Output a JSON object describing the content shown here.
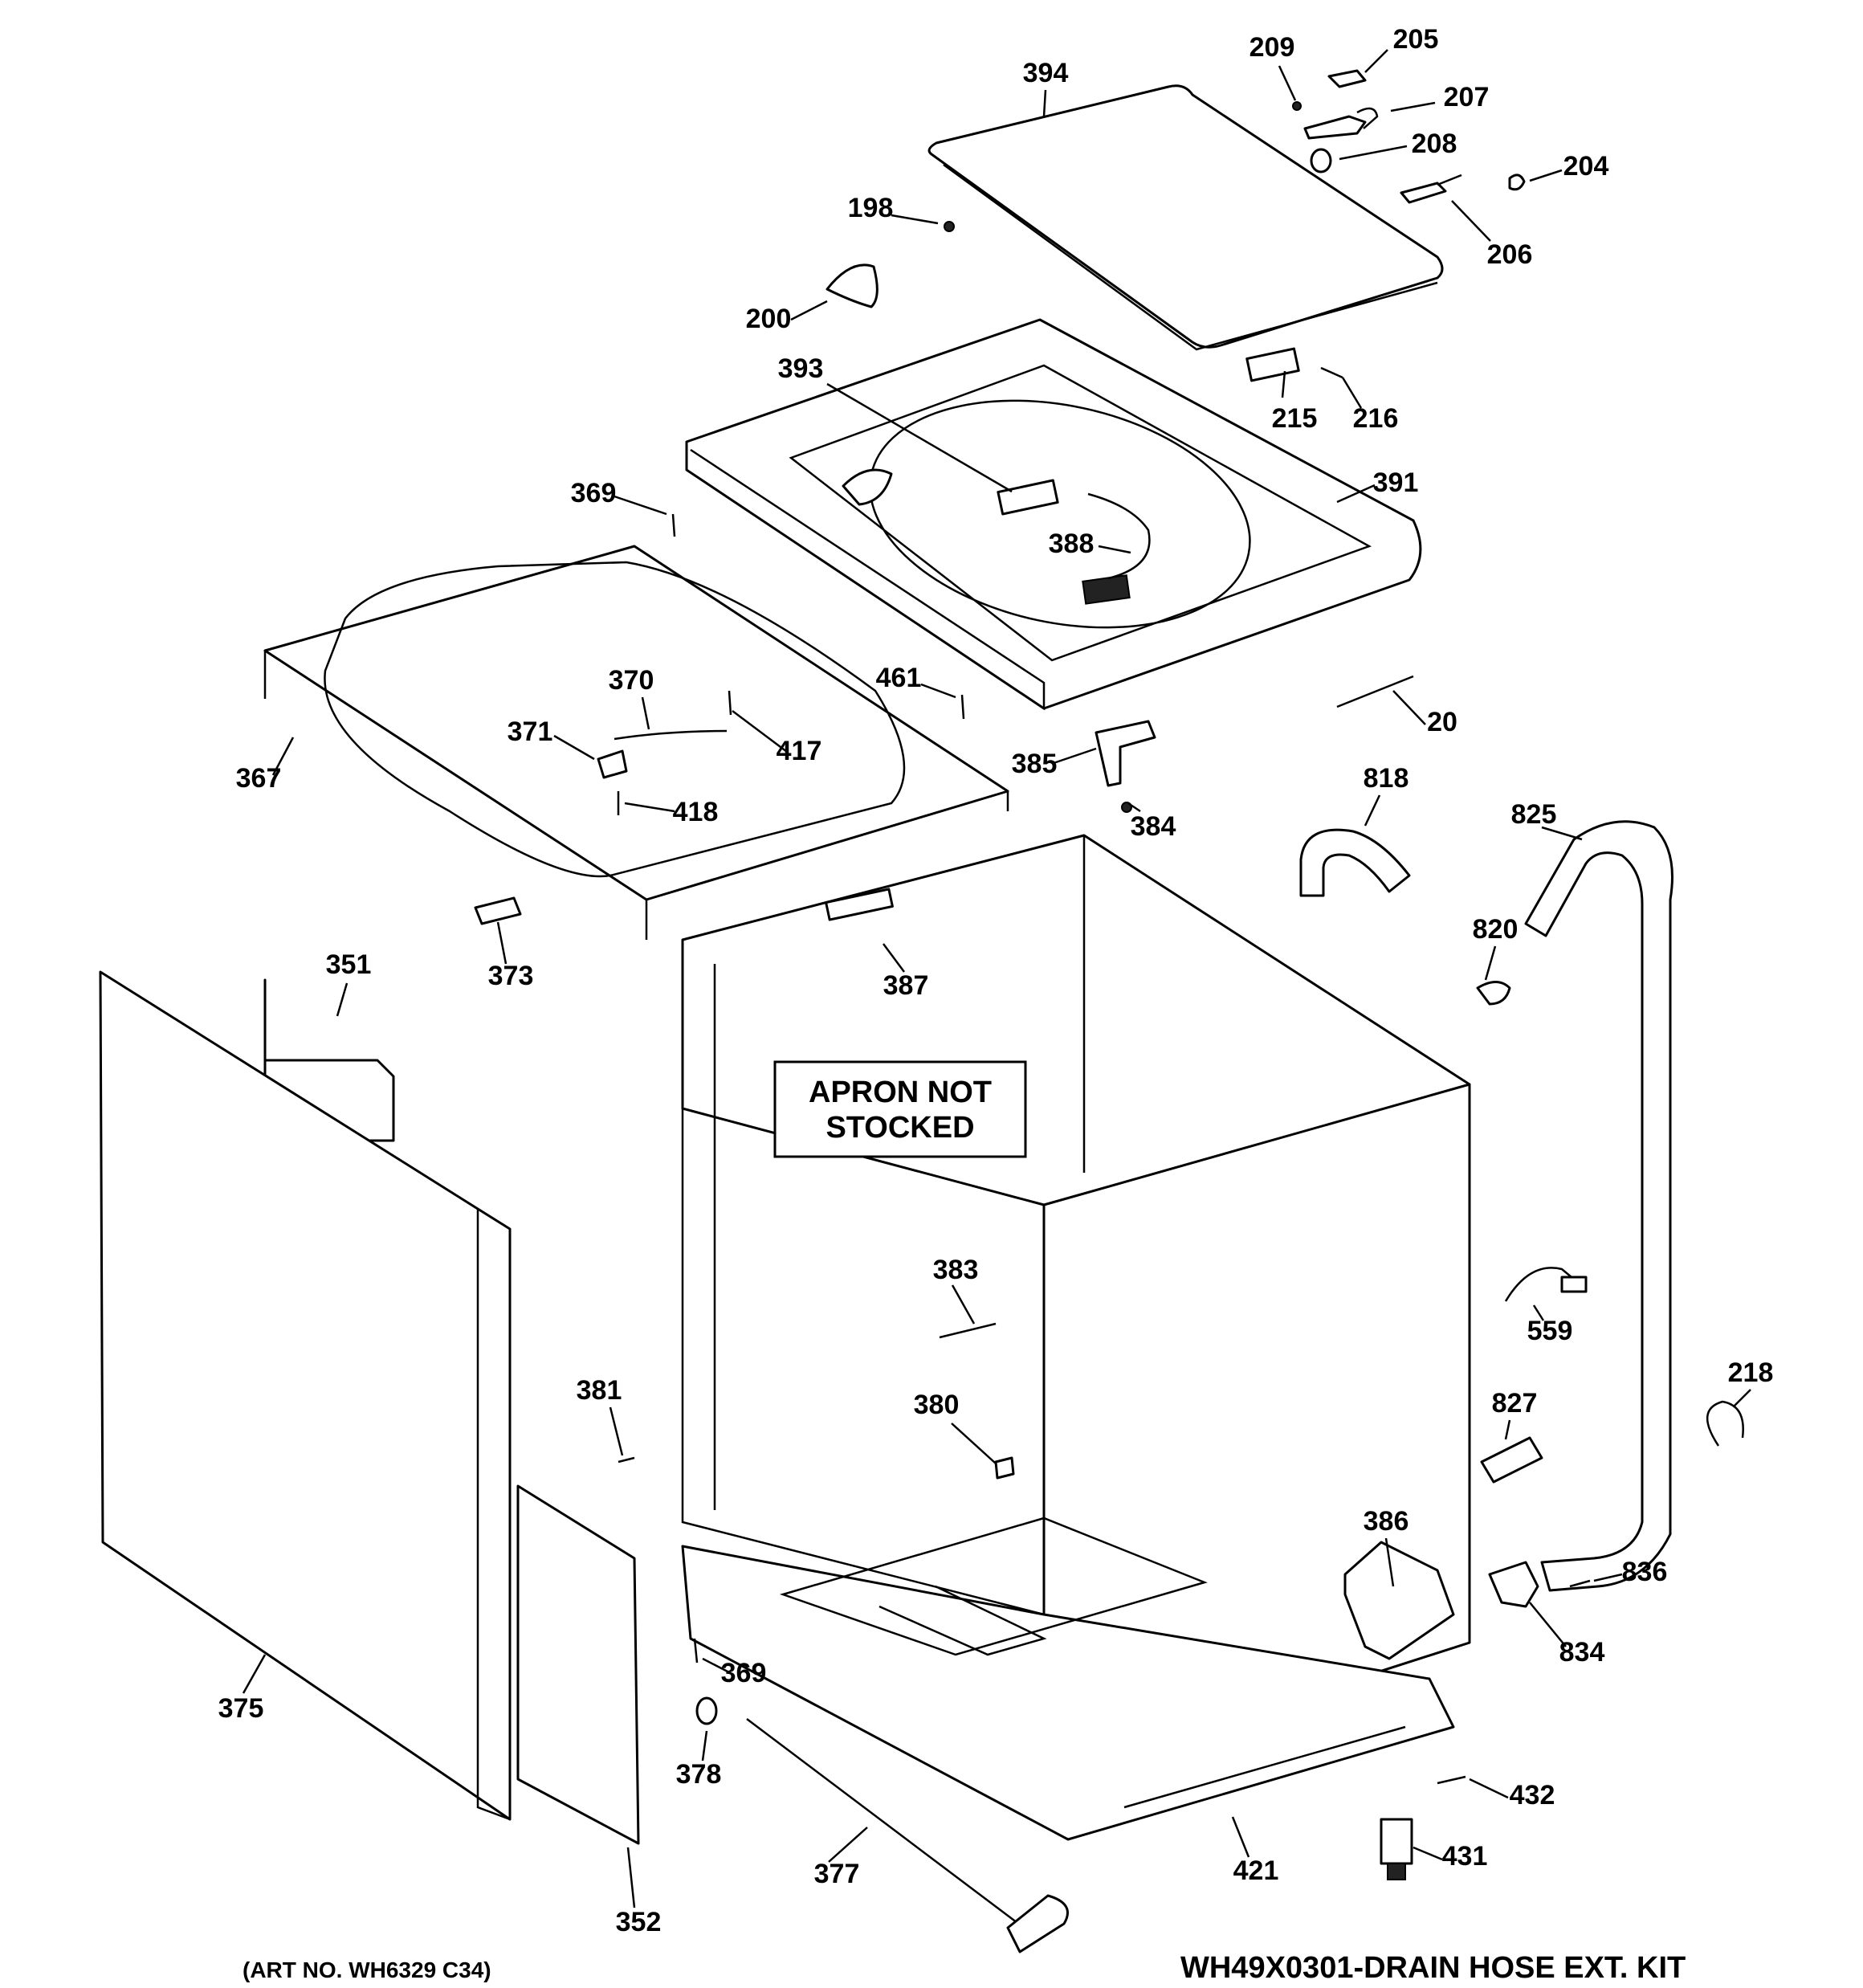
{
  "diagram": {
    "note_box": [
      "APRON NOT",
      "STOCKED"
    ],
    "footer_left": "(ART NO. WH6329 C34)",
    "footer_right": "WH49X0301-DRAIN HOSE EXT. KIT",
    "parts": [
      {
        "label": "394"
      },
      {
        "label": "209"
      },
      {
        "label": "205"
      },
      {
        "label": "207"
      },
      {
        "label": "208"
      },
      {
        "label": "204"
      },
      {
        "label": "206"
      },
      {
        "label": "198"
      },
      {
        "label": "200"
      },
      {
        "label": "393"
      },
      {
        "label": "215"
      },
      {
        "label": "216"
      },
      {
        "label": "391"
      },
      {
        "label": "369"
      },
      {
        "label": "388"
      },
      {
        "label": "370"
      },
      {
        "label": "461"
      },
      {
        "label": "20"
      },
      {
        "label": "371"
      },
      {
        "label": "417"
      },
      {
        "label": "367"
      },
      {
        "label": "418"
      },
      {
        "label": "385"
      },
      {
        "label": "384"
      },
      {
        "label": "818"
      },
      {
        "label": "825"
      },
      {
        "label": "373"
      },
      {
        "label": "820"
      },
      {
        "label": "351"
      },
      {
        "label": "387"
      },
      {
        "label": "383"
      },
      {
        "label": "559"
      },
      {
        "label": "218"
      },
      {
        "label": "381"
      },
      {
        "label": "380"
      },
      {
        "label": "827"
      },
      {
        "label": "386"
      },
      {
        "label": "836"
      },
      {
        "label": "834"
      },
      {
        "label": "369"
      },
      {
        "label": "375"
      },
      {
        "label": "378"
      },
      {
        "label": "432"
      },
      {
        "label": "431"
      },
      {
        "label": "377"
      },
      {
        "label": "421"
      },
      {
        "label": "352"
      }
    ]
  }
}
